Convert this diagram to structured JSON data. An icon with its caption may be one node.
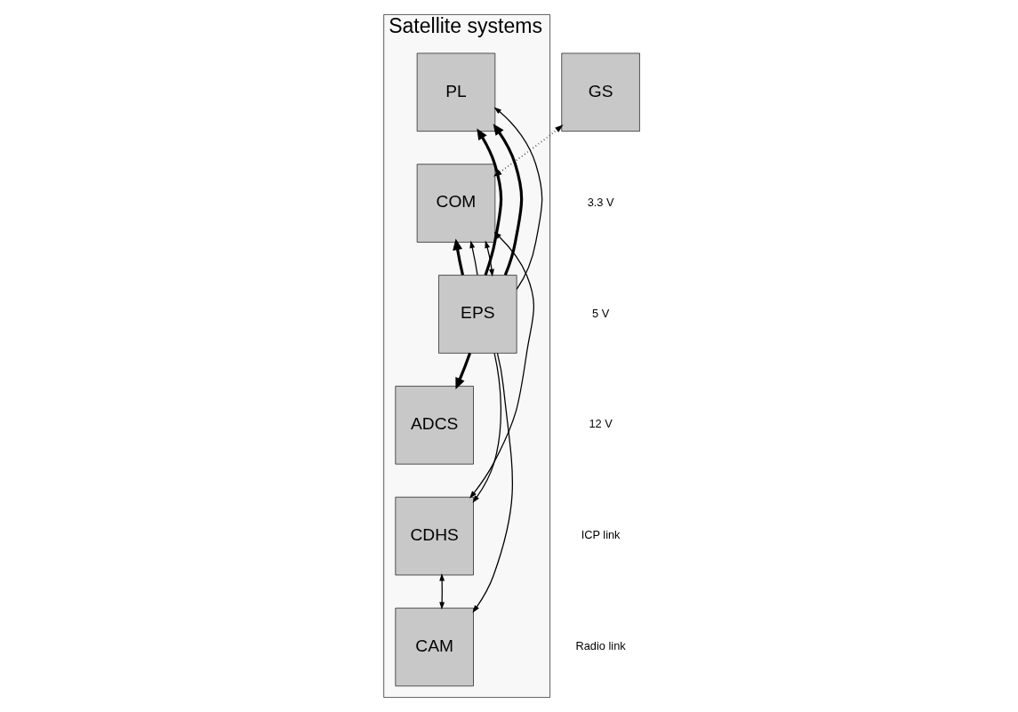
{
  "diagram": {
    "nodes": [
      {
        "text": [
          "Satellite systems"
        ]
      },
      {
        "text": [
          "PL"
        ],
        "in": 0
      },
      {
        "text": [
          "COM"
        ],
        "in": 0
      },
      {
        "text": [
          "GS"
        ]
      },
      {
        "text": [
          "EPS"
        ],
        "in": 0
      },
      {
        "text": [
          "ADCS"
        ],
        "in": 0
      },
      {
        "text": [
          "CDHS"
        ],
        "in": 0
      },
      {
        "text": [
          "CAM"
        ],
        "in": 0
      }
    ],
    "edges": [
      {
        "from": 4,
        "to": 1,
        "arrow": "to",
        "style": "thick"
      },
      {
        "from": 4,
        "to": 1,
        "arrow": "to",
        "style": "thick"
      },
      {
        "from": 4,
        "to": 1,
        "arrow": "to"
      },
      {
        "from": 4,
        "to": 2,
        "arrow": "to",
        "style": "thick"
      },
      {
        "from": 4,
        "to": 2,
        "arrow": "to"
      },
      {
        "from": 2,
        "to": 3,
        "arrow": "both",
        "style": "dashed"
      },
      {
        "from": 2,
        "to": 4,
        "arrow": "both"
      },
      {
        "from": 2,
        "to": 6,
        "arrow": "both"
      },
      {
        "from": 4,
        "to": 5,
        "arrow": "to",
        "style": "thick"
      },
      {
        "from": 4,
        "to": 6,
        "arrow": "to"
      },
      {
        "from": 4,
        "to": 7,
        "arrow": "to"
      },
      {
        "from": 6,
        "to": 7,
        "arrow": "both"
      }
    ],
    "legend": [
      {
        "text": "3.3 V"
      },
      {
        "text": "5 V"
      },
      {
        "text": "12 V"
      },
      {
        "text": "ICP link"
      },
      {
        "text": "Radio link"
      }
    ]
  }
}
